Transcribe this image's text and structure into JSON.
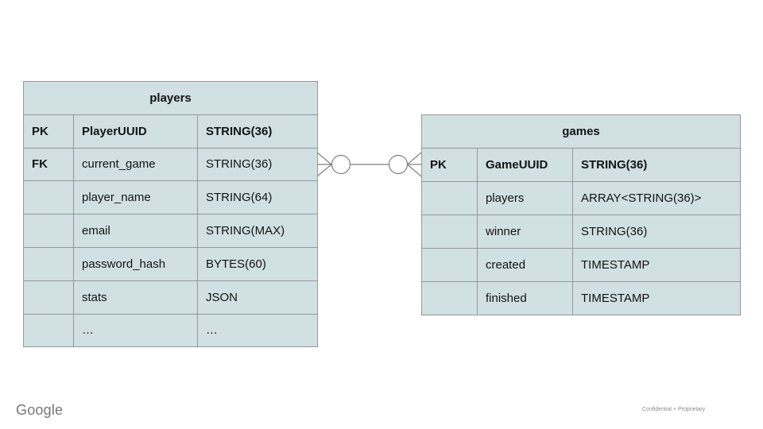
{
  "footer": {
    "logo_text": "Google",
    "note": "Confidential + Proprietary"
  },
  "colors": {
    "table_fill": "#d0e0e3",
    "table_border": "#979797",
    "connector_stroke": "#7f7f7f",
    "text": "#141414",
    "footer_gray": "#767676"
  },
  "relationship": {
    "notation": "crows-foot",
    "left_end": "zero-or-many",
    "right_end": "zero-or-many",
    "connects": "players.current_game - games.GameUUID"
  },
  "tables": {
    "players": {
      "title": "players",
      "rows": [
        {
          "key": "PK",
          "name": "PlayerUUID",
          "type": "STRING(36)"
        },
        {
          "key": "FK",
          "name": "current_game",
          "type": "STRING(36)"
        },
        {
          "key": "",
          "name": "player_name",
          "type": "STRING(64)"
        },
        {
          "key": "",
          "name": "email",
          "type": "STRING(MAX)"
        },
        {
          "key": "",
          "name": "password_hash",
          "type": "BYTES(60)"
        },
        {
          "key": "",
          "name": "stats",
          "type": "JSON"
        },
        {
          "key": "",
          "name": "…",
          "type": "…"
        }
      ]
    },
    "games": {
      "title": "games",
      "rows": [
        {
          "key": "PK",
          "name": "GameUUID",
          "type": "STRING(36)"
        },
        {
          "key": "",
          "name": "players",
          "type": "ARRAY<STRING(36)>"
        },
        {
          "key": "",
          "name": "winner",
          "type": "STRING(36)"
        },
        {
          "key": "",
          "name": "created",
          "type": "TIMESTAMP"
        },
        {
          "key": "",
          "name": "finished",
          "type": "TIMESTAMP"
        }
      ]
    }
  }
}
